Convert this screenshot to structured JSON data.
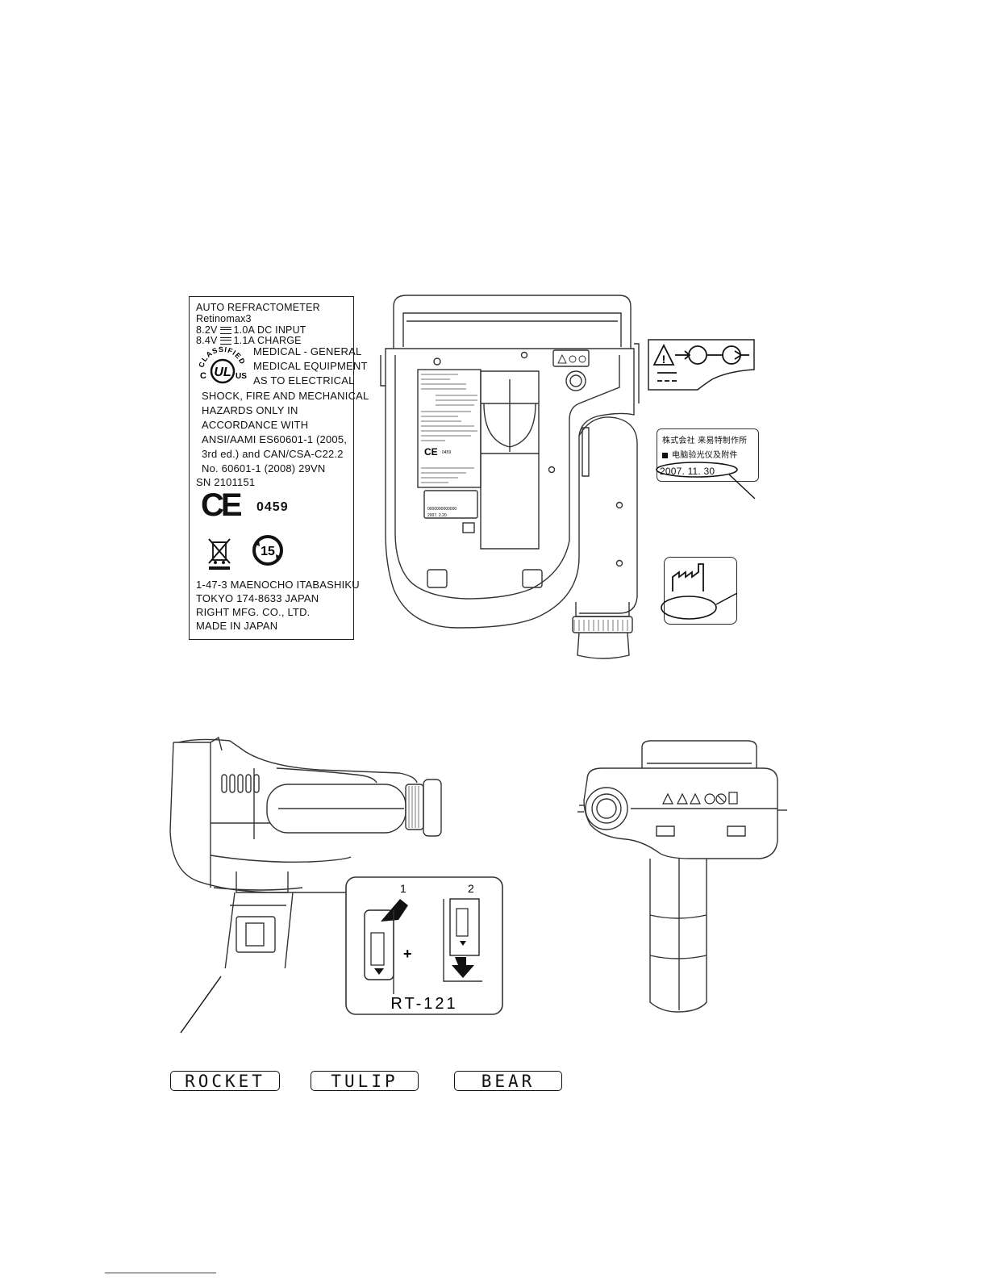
{
  "rating_label": {
    "lines": [
      "AUTO REFRACTOMETER",
      "Retinomax3"
    ],
    "dc_input": {
      "left": "8.2V",
      "right": "1.0A DC INPUT"
    },
    "charge": {
      "left": "8.4V",
      "right": "1.1A CHARGE"
    },
    "ul_top": "CLASSIFIED",
    "ul_mark": "UL",
    "ul_c": "C",
    "ul_us": "US",
    "ul_text": [
      "MEDICAL - GENERAL",
      "MEDICAL EQUIPMENT",
      "AS TO ELECTRICAL"
    ],
    "body_text": [
      "SHOCK, FIRE AND MECHANICAL",
      "HAZARDS ONLY IN",
      "ACCORDANCE WITH",
      "ANSI/AAMI ES60601-1 (2005,",
      "3rd ed.)  and CAN/CSA-C22.2",
      "No.  60601-1 (2008) 29VN"
    ],
    "serial": "SN 2101151",
    "ce_mark": "CE",
    "notified_body": "0459",
    "efup_years": "15",
    "address": [
      "1-47-3 MAENOCHO ITABASHIKU",
      "TOKYO 174-8633 JAPAN",
      "RIGHT MFG. CO., LTD.",
      "MADE IN JAPAN"
    ]
  },
  "china_label": {
    "company": "株式会社  来易特制作所",
    "product": "电脑验光仪及附件",
    "date": "2007.   11. 30"
  },
  "device_label_mini": {
    "date": "2007.  2.20",
    "serial_line": "0000000000000"
  },
  "battery": {
    "step1": "1",
    "step2": "2",
    "plus": "+",
    "model": "RT-121"
  },
  "mode_buttons": [
    {
      "label": "ROCKET"
    },
    {
      "label": "TULIP"
    },
    {
      "label": "BEAR"
    }
  ],
  "icons": {
    "warning": "warning-triangle-icon",
    "manufacturer": "factory-icon",
    "weee": "crossed-bin-icon"
  }
}
